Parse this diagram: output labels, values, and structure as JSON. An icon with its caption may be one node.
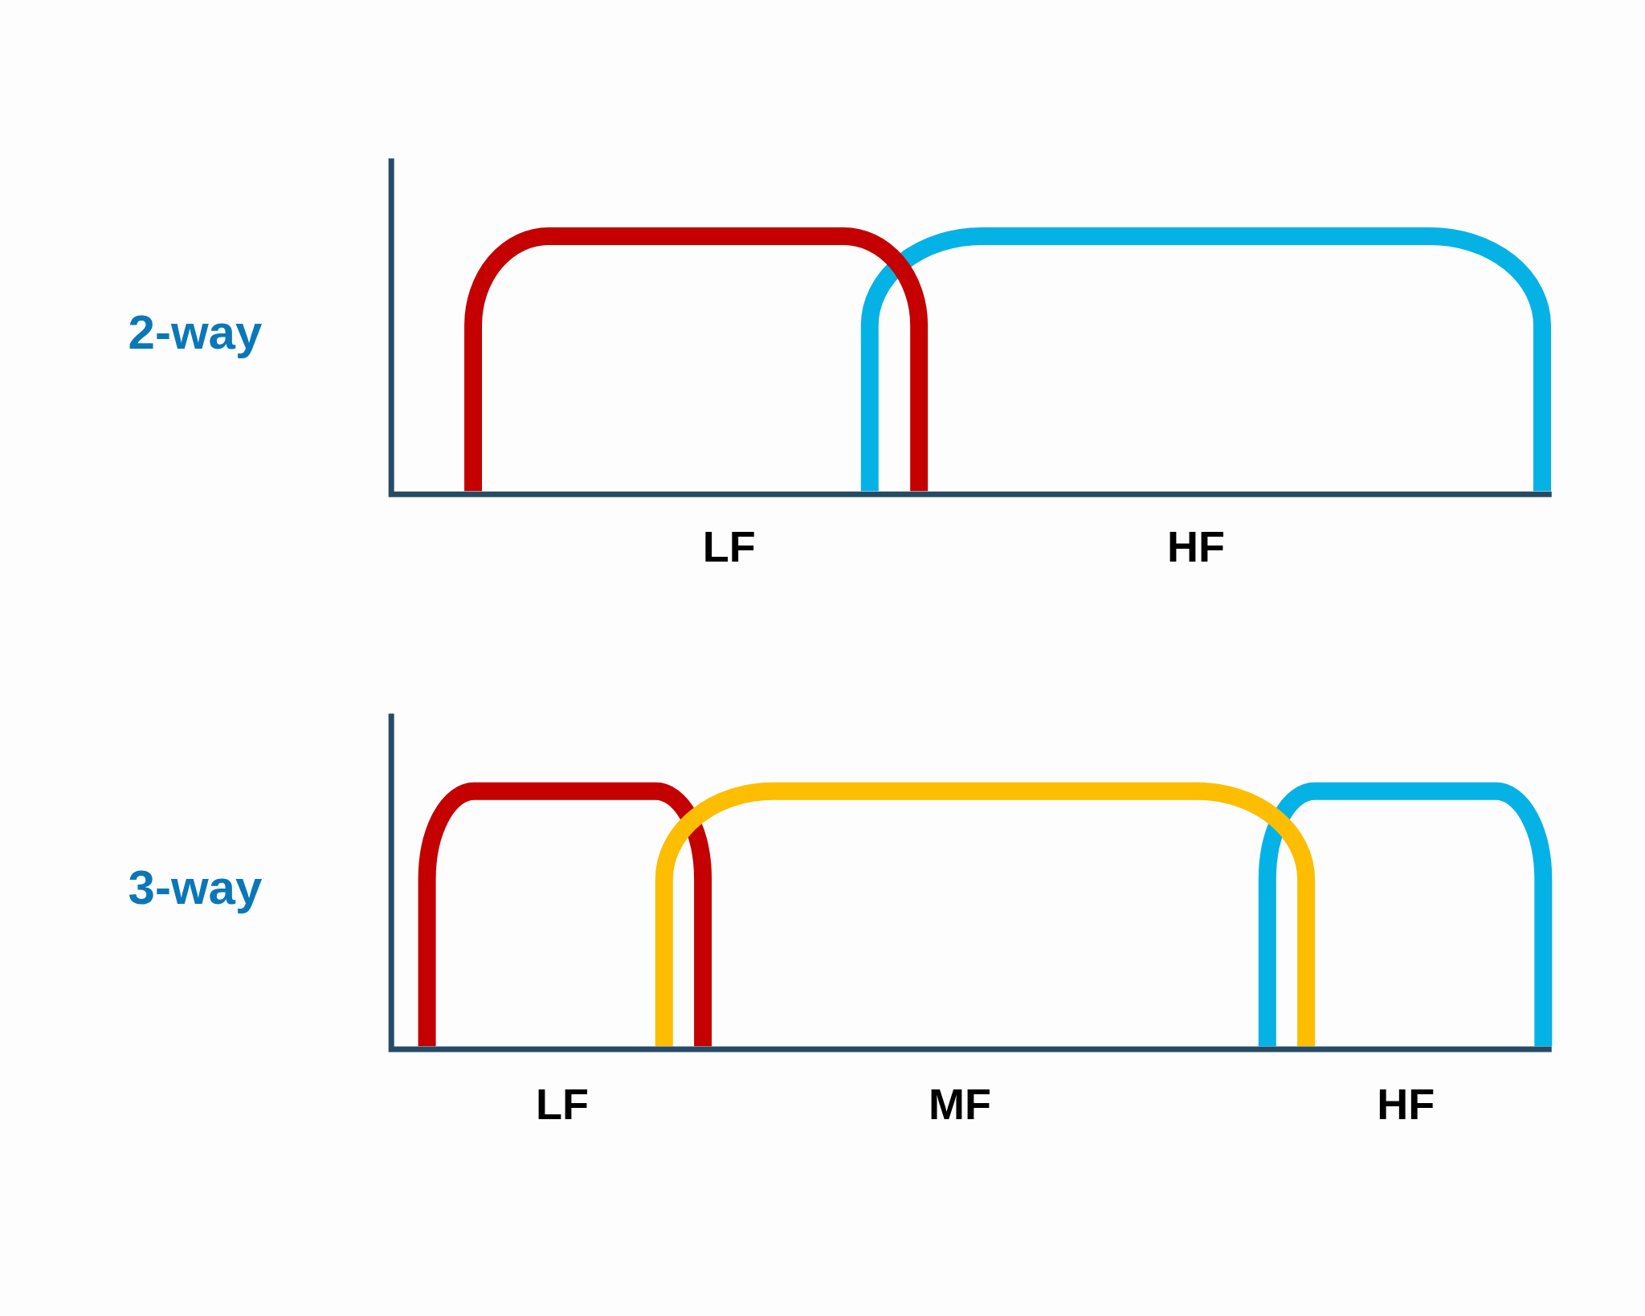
{
  "diagram": {
    "labels": [
      "2-way",
      "LF",
      "HF",
      "3-way",
      "LF",
      "MF",
      "HF"
    ]
  }
}
